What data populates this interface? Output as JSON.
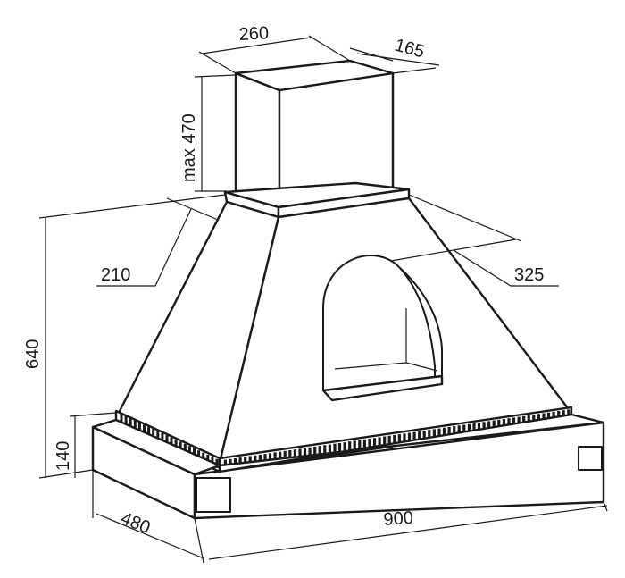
{
  "dimensions": {
    "chimney_width": "260",
    "chimney_depth": "165",
    "chimney_height": "max 470",
    "canopy_depth_top": "210",
    "arch_depth": "325",
    "total_height": "640",
    "base_height": "140",
    "base_depth": "480",
    "total_width": "900"
  }
}
